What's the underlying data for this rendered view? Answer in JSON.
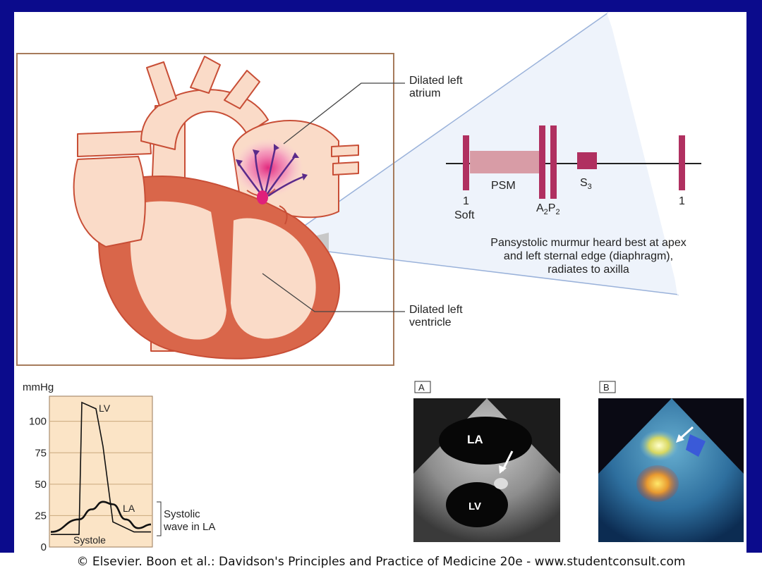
{
  "heart": {
    "atrium_label_1": "Dilated left",
    "atrium_label_2": "atrium",
    "ventricle_label_1": "Dilated left",
    "ventricle_label_2": "ventricle"
  },
  "phonocardiogram": {
    "psm": "PSM",
    "s3": "S",
    "s3_sub": "3",
    "s1_first": "1",
    "s1_last": "1",
    "soft": "Soft",
    "a2": "A",
    "a2_sub": "2",
    "p2": "P",
    "p2_sub": "2",
    "caption_1": "Pansystolic murmur heard best at apex",
    "caption_2": "and left sternal edge (diaphragm),",
    "caption_3": "radiates to axilla"
  },
  "pressure_chart": {
    "unit": "mmHg",
    "ticks": [
      "100",
      "75",
      "50",
      "25",
      "0"
    ],
    "lv": "LV",
    "la": "LA",
    "systole": "Systole",
    "wave_1": "Systolic",
    "wave_2": "wave in LA"
  },
  "echo": {
    "panel_a": "A",
    "panel_b": "B",
    "la": "LA",
    "lv": "LV"
  },
  "chart_data": {
    "type": "line",
    "ylabel": "mmHg",
    "ylim": [
      0,
      120
    ],
    "yticks": [
      0,
      25,
      50,
      75,
      100
    ],
    "series": [
      {
        "name": "LV",
        "values": [
          10,
          10,
          115,
          110,
          80,
          20,
          12,
          12
        ]
      },
      {
        "name": "LA",
        "values": [
          12,
          22,
          30,
          36,
          34,
          22,
          15,
          18
        ]
      }
    ]
  },
  "credit": "© Elsevier. Boon et al.: Davidson's Principles and Practice of Medicine 20e - www.studentconsult.com"
}
